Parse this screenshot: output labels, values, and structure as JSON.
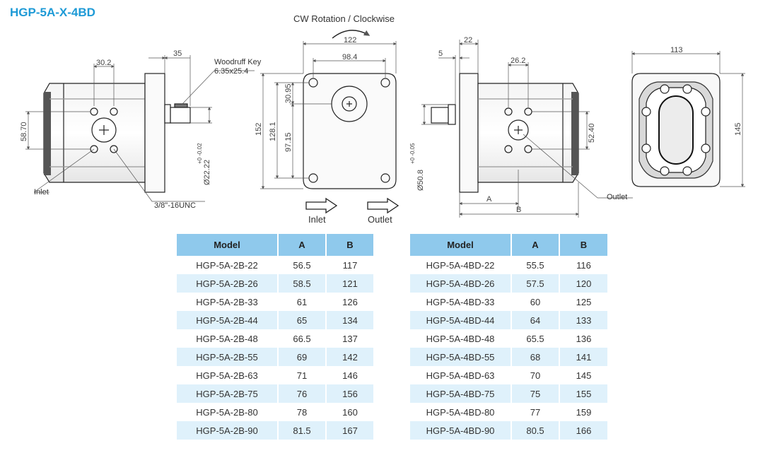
{
  "title": "HGP-5A-X-4BD",
  "labels": {
    "rotation": "CW Rotation / Clockwise",
    "woodruff": "Woodruff Key",
    "woodruff_size": "6.35x25.4",
    "inlet_side": "Inlet",
    "thread": "3/8\"-16UNC",
    "outlet_side": "Outlet",
    "arrow_inlet": "Inlet",
    "arrow_outlet": "Outlet"
  },
  "dims": {
    "d30_2": "30.2",
    "d35": "35",
    "d58_70": "58.70",
    "d22_22": "Ø22.22",
    "tol1": "+0 -0.02",
    "d122": "122",
    "d98_4": "98.4",
    "d30_95": "30.95",
    "d152": "152",
    "d128_1": "128.1",
    "d97_15": "97.15",
    "d50_8": "Ø50.8",
    "tol2": "+0 -0.05",
    "d22": "22",
    "d5": "5",
    "d26_2": "26.2",
    "d52_40": "52.40",
    "dA": "A",
    "dB": "B",
    "d113": "113",
    "d145": "145"
  },
  "tables": [
    {
      "headers": [
        "Model",
        "A",
        "B"
      ],
      "rows": [
        [
          "HGP-5A-2B-22",
          "56.5",
          "117"
        ],
        [
          "HGP-5A-2B-26",
          "58.5",
          "121"
        ],
        [
          "HGP-5A-2B-33",
          "61",
          "126"
        ],
        [
          "HGP-5A-2B-44",
          "65",
          "134"
        ],
        [
          "HGP-5A-2B-48",
          "66.5",
          "137"
        ],
        [
          "HGP-5A-2B-55",
          "69",
          "142"
        ],
        [
          "HGP-5A-2B-63",
          "71",
          "146"
        ],
        [
          "HGP-5A-2B-75",
          "76",
          "156"
        ],
        [
          "HGP-5A-2B-80",
          "78",
          "160"
        ],
        [
          "HGP-5A-2B-90",
          "81.5",
          "167"
        ]
      ]
    },
    {
      "headers": [
        "Model",
        "A",
        "B"
      ],
      "rows": [
        [
          "HGP-5A-4BD-22",
          "55.5",
          "116"
        ],
        [
          "HGP-5A-4BD-26",
          "57.5",
          "120"
        ],
        [
          "HGP-5A-4BD-33",
          "60",
          "125"
        ],
        [
          "HGP-5A-4BD-44",
          "64",
          "133"
        ],
        [
          "HGP-5A-4BD-48",
          "65.5",
          "136"
        ],
        [
          "HGP-5A-4BD-55",
          "68",
          "141"
        ],
        [
          "HGP-5A-4BD-63",
          "70",
          "145"
        ],
        [
          "HGP-5A-4BD-75",
          "75",
          "155"
        ],
        [
          "HGP-5A-4BD-80",
          "77",
          "159"
        ],
        [
          "HGP-5A-4BD-90",
          "80.5",
          "166"
        ]
      ]
    }
  ]
}
